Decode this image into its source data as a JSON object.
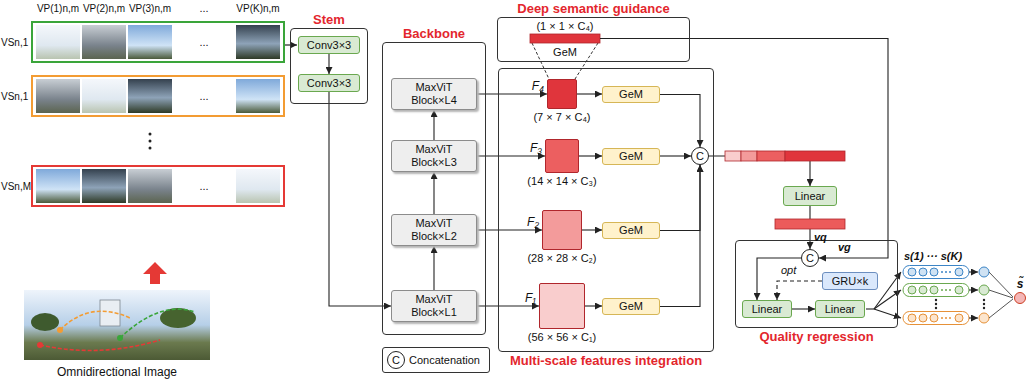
{
  "diagram": {
    "nodes": [
      {
        "text": [
          "Stem"
        ]
      },
      {
        "text": [
          "Conv3×3"
        ],
        "in": 0
      },
      {
        "text": [
          "Conv3×3"
        ],
        "in": 0
      },
      {
        "text": [
          "Backbone"
        ]
      },
      {
        "text": [
          "MaxViT Block×L4"
        ],
        "in": 3
      },
      {
        "text": [
          "MaxViT Block×L3"
        ],
        "in": 3
      },
      {
        "text": [
          "MaxViT Block×L2"
        ],
        "in": 3
      },
      {
        "text": [
          "MaxViT Block×L1"
        ],
        "in": 3
      },
      {
        "text": [
          "Deep semantic guidance"
        ]
      },
      {
        "text": [
          "Multi-scale features integration"
        ]
      },
      {
        "text": [
          "F₄",
          "(7 × 7 × C₄)"
        ],
        "in": 9
      },
      {
        "text": [
          "GeM"
        ],
        "in": 9
      },
      {
        "text": [
          "F₃",
          "(14 × 14 × C₃)"
        ],
        "in": 9
      },
      {
        "text": [
          "GeM"
        ],
        "in": 9
      },
      {
        "text": [
          "F₂",
          "(28 × 28 × C₂)"
        ],
        "in": 9
      },
      {
        "text": [
          "GeM"
        ],
        "in": 9
      },
      {
        "text": [
          "F₁",
          "(56 × 56 × C₁)"
        ],
        "in": 9
      },
      {
        "text": [
          "GeM"
        ],
        "in": 9
      },
      {
        "text": [
          "C"
        ]
      },
      {
        "text": [
          "Linear"
        ]
      },
      {
        "text": [
          "Quality regression"
        ]
      },
      {
        "text": [
          "C"
        ],
        "in": 20
      },
      {
        "text": [
          "GRU×k"
        ],
        "in": 20
      },
      {
        "text": [
          "Linear"
        ],
        "in": 20
      },
      {
        "text": [
          "Linear"
        ],
        "in": 20
      },
      {
        "text": [
          "s̃"
        ]
      },
      {
        "text": [
          "Concatenation"
        ]
      },
      {
        "text": [
          "C"
        ],
        "in": 26
      }
    ],
    "edges": [
      {
        "from": 1,
        "to": 2,
        "arrow": "to"
      },
      {
        "from": 2,
        "to": 7,
        "arrow": "to"
      },
      {
        "from": 7,
        "to": 6,
        "arrow": "to"
      },
      {
        "from": 6,
        "to": 5,
        "arrow": "to"
      },
      {
        "from": 5,
        "to": 4,
        "arrow": "to"
      },
      {
        "from": 4,
        "to": 10,
        "arrow": "to"
      },
      {
        "from": 5,
        "to": 12,
        "arrow": "to"
      },
      {
        "from": 6,
        "to": 14,
        "arrow": "to"
      },
      {
        "from": 7,
        "to": 16,
        "arrow": "to"
      },
      {
        "from": 10,
        "to": 11,
        "arrow": "to"
      },
      {
        "from": 12,
        "to": 13,
        "arrow": "to"
      },
      {
        "from": 14,
        "to": 15,
        "arrow": "to"
      },
      {
        "from": 16,
        "to": 17,
        "arrow": "to"
      },
      {
        "from": 11,
        "to": 18,
        "arrow": "to"
      },
      {
        "from": 13,
        "to": 18,
        "arrow": "to"
      },
      {
        "from": 15,
        "to": 18,
        "arrow": "to"
      },
      {
        "from": 17,
        "to": 18,
        "arrow": "to"
      },
      {
        "from": 18,
        "to": 19,
        "arrow": "to"
      },
      {
        "from": 19,
        "to": 21,
        "arrow": "to"
      },
      {
        "from": 8,
        "to": 21,
        "arrow": "to"
      },
      {
        "from": 21,
        "to": 23,
        "arrow": "to"
      },
      {
        "from": 22,
        "to": 23,
        "label": "opt",
        "arrow": "to"
      },
      {
        "from": 23,
        "to": 24,
        "arrow": "to"
      }
    ],
    "labels": [
      "VP(1)n,m",
      "VP(2)n,m",
      "VP(3)n,m",
      "...",
      "VP(K)n,m",
      "VSn,1",
      "...",
      "VSn,1",
      "...",
      "VSn,M",
      "...",
      "Omnidirectional Image",
      "(1 × 1 × C₄)",
      "GeM",
      "vq",
      "vg",
      "s(1) ··· s(K)"
    ]
  }
}
